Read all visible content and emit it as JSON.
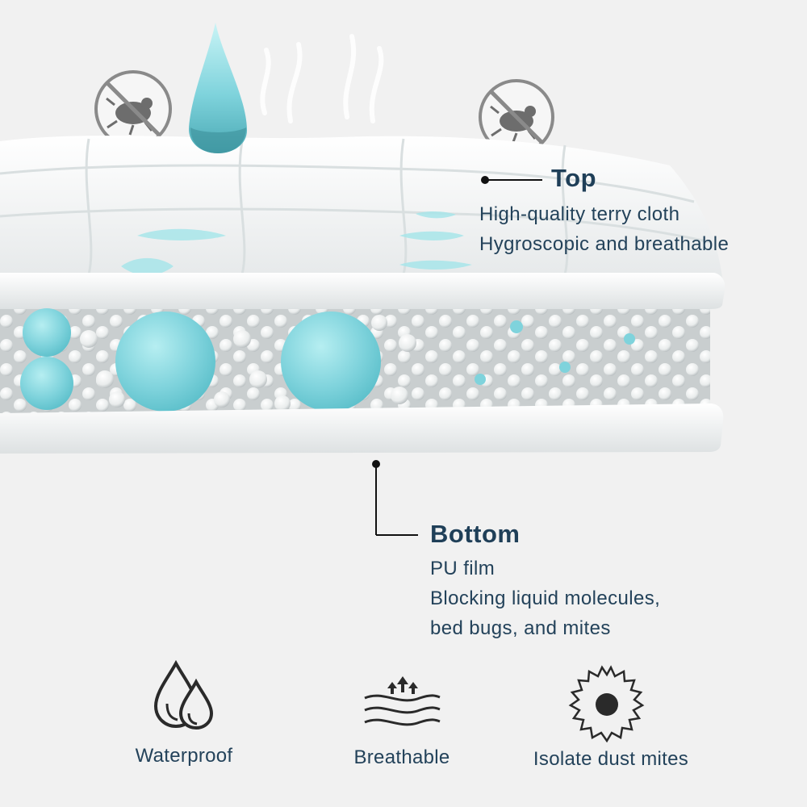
{
  "top": {
    "heading": "Top",
    "lines": [
      "High-quality terry cloth",
      "Hygroscopic and breathable"
    ]
  },
  "bottom": {
    "heading": "Bottom",
    "lines": [
      "PU film",
      "Blocking liquid molecules,",
      "bed bugs, and mites"
    ]
  },
  "features": [
    {
      "label": "Waterproof",
      "icon": "waterproof-drops-icon"
    },
    {
      "label": "Breathable",
      "icon": "breathable-waves-icon"
    },
    {
      "label": "Isolate dust mites",
      "icon": "dust-mite-icon"
    }
  ],
  "colors": {
    "accent": "#7fd3dc",
    "text": "#1f3f58",
    "background": "#f1f1f1"
  }
}
